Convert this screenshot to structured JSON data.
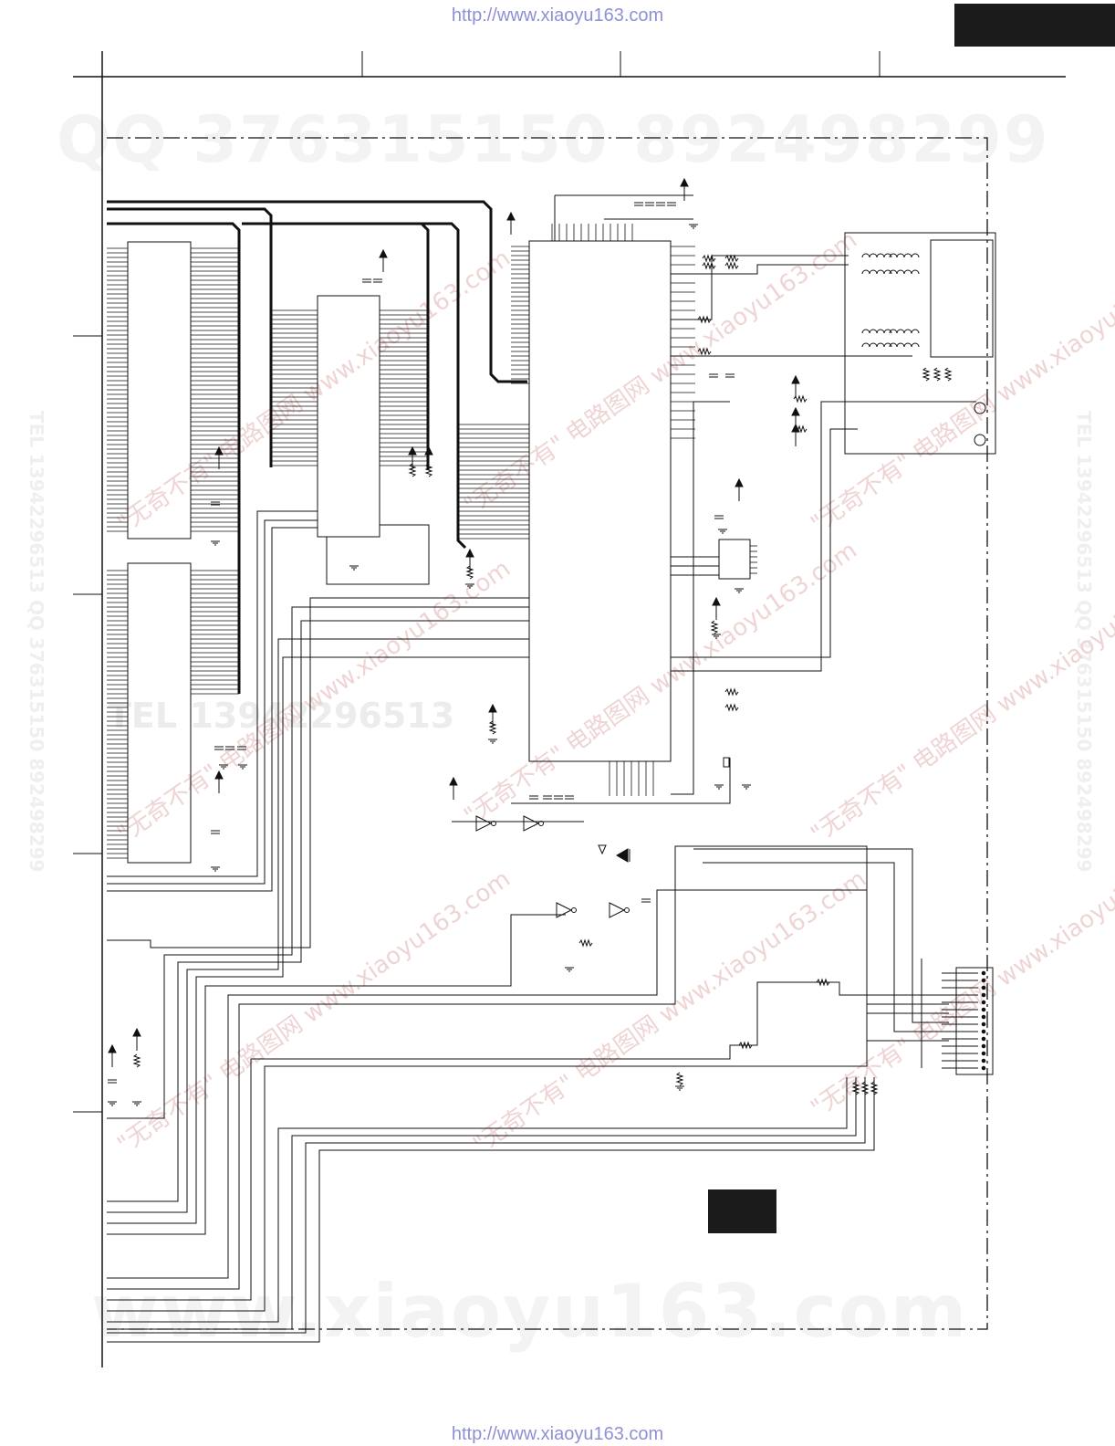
{
  "header": {
    "url_top": "http://www.xiaoyu163.com"
  },
  "footer": {
    "url_bottom": "http://www.xiaoyu163.com"
  },
  "watermarks": {
    "top": "QQ 376315150    892498299",
    "middle": "TEL 13942296513",
    "bottom": "www.xiaoyu163.com",
    "side": "TEL 13942296513  QQ 376315150  892498299",
    "diagonal": "\"无奇不有\" 电路图网  www.xiaoyu163.com"
  },
  "colors": {
    "line": "#111111",
    "url": "#8f8fd6",
    "dark_block": "#1b1b1b"
  }
}
